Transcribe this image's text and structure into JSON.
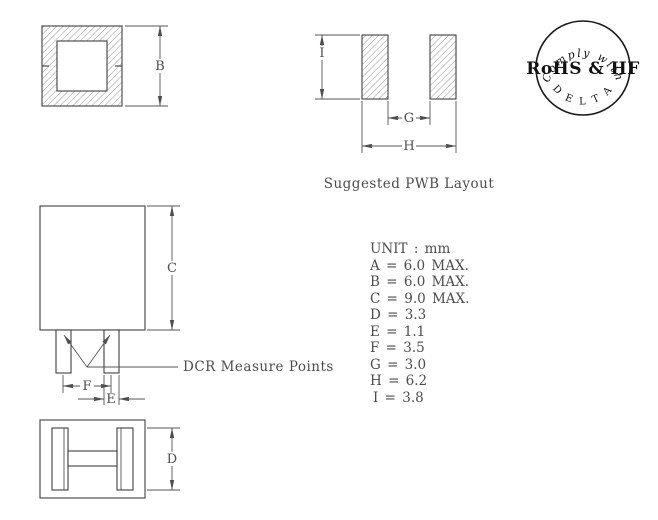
{
  "drawing": {
    "top_view": {
      "dim_b": "B"
    },
    "pwb_layout": {
      "caption": "Suggested PWB Layout",
      "dim_i": "I",
      "dim_g": "G",
      "dim_h": "H"
    },
    "front_view": {
      "dim_c": "C",
      "dim_f": "F",
      "dim_e": "E",
      "dcr_note": "DCR Measure Points"
    },
    "side_view": {
      "dim_d": "D"
    }
  },
  "stamp": {
    "arc_top": "Comply with",
    "center": "RoHS & HF",
    "arc_bottom": "· D E L T A ·"
  },
  "spec_table": {
    "unit": "UNIT : mm",
    "rows": [
      "A = 6.0 MAX.",
      "B = 6.0 MAX.",
      "C = 9.0 MAX.",
      "D = 3.3",
      "E = 1.1",
      "F = 3.5",
      "G = 3.0",
      "H = 6.2",
      "I = 3.8"
    ]
  },
  "colors": {
    "line": "#4d4d4d",
    "text": "#4d4d4d",
    "stamp": "#111111",
    "background": "#ffffff"
  }
}
